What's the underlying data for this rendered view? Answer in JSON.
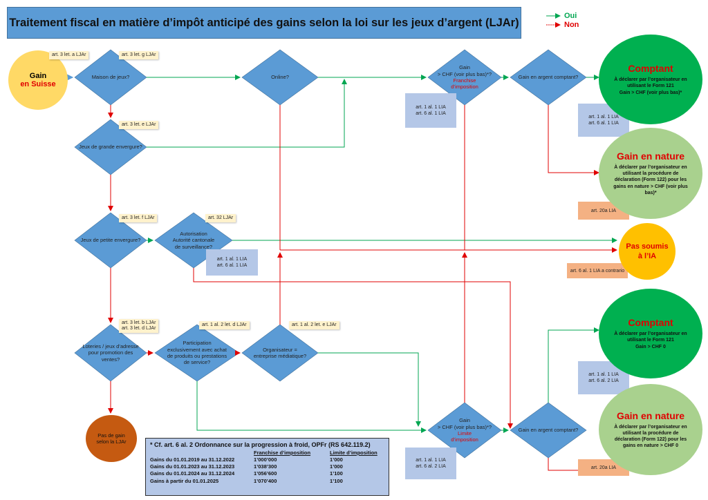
{
  "title": "Traitement fiscal en matière d’impôt anticipé des gains selon la loi sur les jeux d’argent (LJAr)",
  "legend": {
    "yes": "Oui",
    "no": "Non",
    "yes_color": "#00a651",
    "no_color": "#e00000"
  },
  "start": {
    "line1": "Gain",
    "line2": "en Suisse"
  },
  "decisions": {
    "maison": "Maison de jeux?",
    "online": "Online?",
    "gain_top_1": "Gain",
    "gain_top_2": "> CHF (voir plus bas)*?",
    "gain_top_3": "Franchise",
    "gain_top_4": "d’imposition",
    "comptant_top": "Gain en argent comptant?",
    "grande": "Jeux de grande envergure?",
    "petite": "Jeux de petite envergure?",
    "autor_1": "Autorisation",
    "autor_2": "Autorité cantonale",
    "autor_3": "de surveillance?",
    "loteries": "Loteries / jeux d’adresse pour promotion des ventes?",
    "participation": "Participation exclusivement avec achat de produits ou prestations de service?",
    "organisateur": "Organisateur = entreprise médiatique?",
    "gain_bot_1": "Gain",
    "gain_bot_2": "> CHF (voir plus bas)*?",
    "gain_bot_3": "Limite",
    "gain_bot_4": "d’imposition",
    "comptant_bot": "Gain en argent comptant?"
  },
  "refs": {
    "art3a": "art. 3 let. a LJAr",
    "art3g": "art. 3 let. g LJAr",
    "art3e": "art. 3 let. e LJAr",
    "art3f": "art. 3 let. f LJAr",
    "art32": "art. 32 LJAr",
    "art3b": "art. 3 let. b LJAr",
    "art3d": "art. 3 let. d LJAr",
    "art12d": "art. 1 al. 2 let. d LJAr",
    "art12e": "art. 1 al. 2 let. e LJAr"
  },
  "blue_refs": {
    "art11": "art. 1 al. 1 LIA",
    "art61": "art. 6 al. 1 LIA",
    "art62": "art. 6 al. 2 LIA"
  },
  "orange_refs": {
    "art20a": "art. 20a LIA",
    "art61contrario": "art. 6 al. 1 LIA a contrario"
  },
  "outcomes": {
    "comptant_title": "Comptant",
    "comptant_top_text_1": "À déclarer par l’organisateur en",
    "comptant_top_text_2": "utilisant le Form 121",
    "comptant_top_text_3": "Gain > CHF (voir plus bas)*",
    "nature_title": "Gain en nature",
    "nature_top_text_1": "À déclarer par l’organisateur en",
    "nature_top_text_2": "utilisant la procédure de",
    "nature_top_text_3": "déclaration (Form 122) pour les",
    "nature_top_text_4": "gains en nature > CHF (voir plus",
    "nature_top_text_5": "bas)*",
    "pas_soumis": "Pas soumis à l’IA",
    "comptant_bot_text_3": "Gain > CHF 0",
    "nature_bot_text_4": "gains en nature > CHF 0",
    "pas_gain_1": "Pas de gain",
    "pas_gain_2": "selon la LJAr"
  },
  "note": {
    "title": "* Cf. art. 6 al. 2 Ordonnance sur la progression à froid, OPFr (RS 642.119.2)",
    "col1": "Franchise d’imposition",
    "col2": "Limite d’imposition",
    "rows": [
      {
        "label": "Gains du 01.01.2019 au 31.12.2022",
        "franchise": "1’000’000",
        "limite": "1’000"
      },
      {
        "label": "Gains du 01.01.2023 au 31.12.2023",
        "franchise": "1’038’300",
        "limite": "1’000"
      },
      {
        "label": "Gains du 01.01.2024 au 31.12.2024",
        "franchise": "1’056’600",
        "limite": "1’100"
      },
      {
        "label": "Gains à partir du 01.01.2025",
        "franchise": "1’070’400",
        "limite": "1’100"
      }
    ]
  },
  "colors": {
    "diamond": "#5b9bd5",
    "start": "#ffd966",
    "comptant": "#00b050",
    "nature": "#a9d18e",
    "pas_soumis": "#ffc000",
    "pas_gain": "#c55a11",
    "yes_line": "#00a651",
    "no_line": "#e00000"
  }
}
